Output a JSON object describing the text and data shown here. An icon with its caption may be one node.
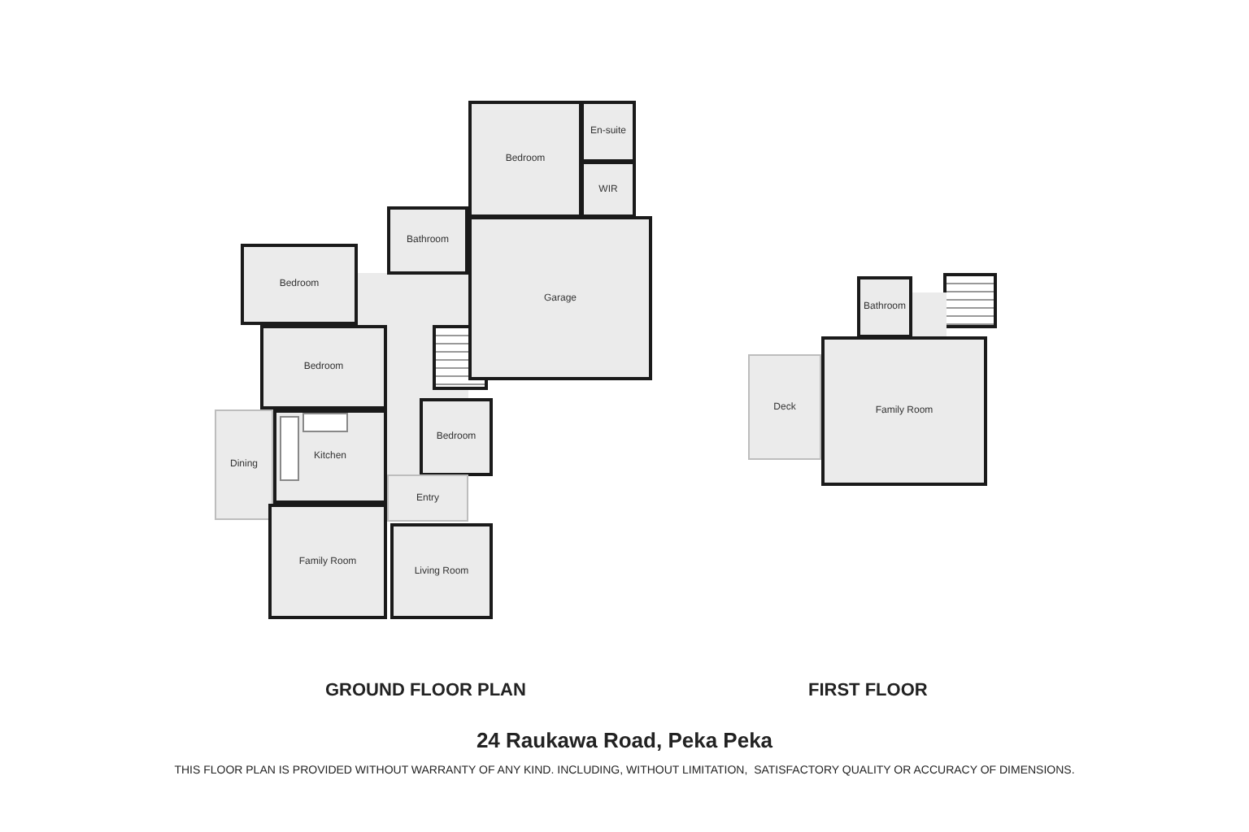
{
  "diagram": {
    "title": "24 Raukawa Road, Peka Peka",
    "caption": "THIS FLOOR PLAN IS PROVIDED WITHOUT WARRANTY OF ANY KIND. INCLUDING, WITHOUT LIMITATION,  SATISFACTORY QUALITY OR ACCURACY OF DIMENSIONS.",
    "nodes": [
      {
        "text": [
          "Bedroom"
        ]
      },
      {
        "text": [
          "En-suite"
        ]
      },
      {
        "text": [
          "WIR"
        ]
      },
      {
        "text": [
          "Bathroom"
        ]
      },
      {
        "text": [
          "Bedroom"
        ]
      },
      {
        "text": [
          "Garage"
        ]
      },
      {
        "text": [
          "Bedroom"
        ]
      },
      {
        "text": [
          "Bedroom"
        ]
      },
      {
        "text": [
          "Dining"
        ]
      },
      {
        "text": [
          "Kitchen"
        ]
      },
      {
        "text": [
          "Entry"
        ]
      },
      {
        "text": [
          "Family Room"
        ]
      },
      {
        "text": [
          "Living Room"
        ]
      },
      {
        "text": [
          "Bathroom"
        ]
      },
      {
        "text": [
          "Deck"
        ]
      },
      {
        "text": [
          "Family Room"
        ]
      }
    ],
    "labels": [
      "GROUND FLOOR PLAN",
      "FIRST FLOOR"
    ]
  }
}
